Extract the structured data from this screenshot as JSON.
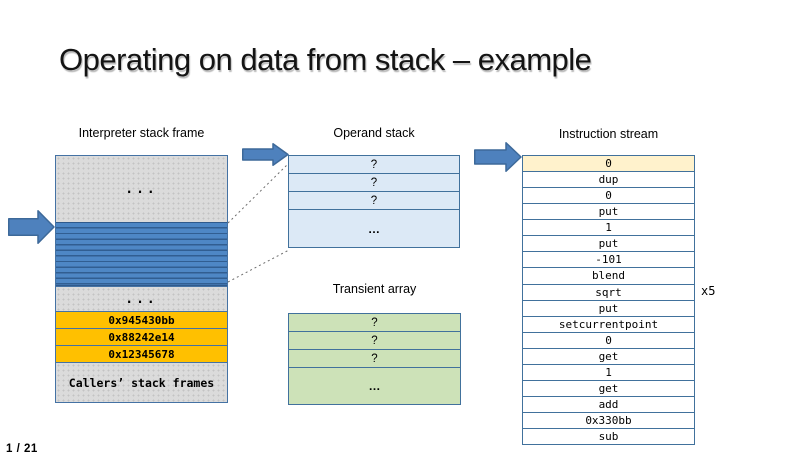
{
  "title": "Operating on data from stack – example",
  "page_indicator": "1 / 21",
  "interpreter_frame": {
    "label": "Interpreter stack frame",
    "top_ellipsis": "...",
    "middle_ellipsis": "...",
    "hex_rows": [
      "0x945430bb",
      "0x88242e14",
      "0x12345678"
    ],
    "footer": "Callers’ stack frames"
  },
  "operand_stack": {
    "label": "Operand stack",
    "slots": [
      "?",
      "?",
      "?"
    ],
    "more": "…"
  },
  "transient_array": {
    "label": "Transient array",
    "slots": [
      "?",
      "?",
      "?"
    ],
    "more": "…"
  },
  "instruction_stream": {
    "label": "Instruction stream",
    "instructions": [
      "0",
      "dup",
      "0",
      "put",
      "1",
      "put",
      "-101",
      "blend",
      "sqrt",
      "put",
      "setcurrentpoint",
      "0",
      "get",
      "1",
      "get",
      "add",
      "0x330bb",
      "sub"
    ],
    "highlighted_index": 0,
    "repeat_annotation": "x5"
  },
  "colors": {
    "accent_blue": "#4E81BD",
    "stripe_blue": "#4E87C5",
    "box_border_blue": "#41719C",
    "operand_fill": "#DCE9F6",
    "transient_fill": "#CDE2B8",
    "highlight_fill": "#FFF2CC",
    "hex_row_fill": "#FFC000",
    "frame_gray": "#DBDBDB"
  }
}
